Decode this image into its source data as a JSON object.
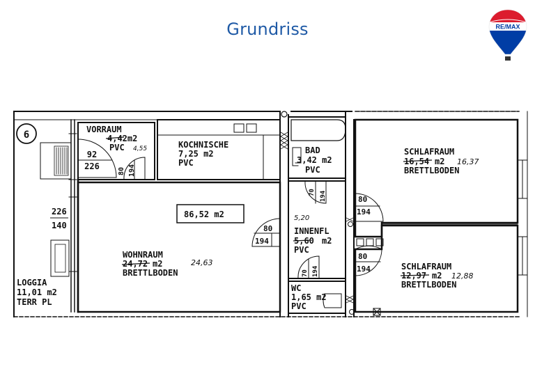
{
  "header": {
    "title": "Grundriss",
    "logo_text": "RE/MAX",
    "brand_colors": {
      "title": "#1f5aa6",
      "red": "#dc1c2e",
      "blue": "#003da5"
    }
  },
  "plan": {
    "unit_number": "6",
    "total_area": "86,52 m2",
    "rooms": {
      "vorraum": {
        "name": "VORRAUM",
        "area": "4,42m2",
        "area_corrected": "4,55",
        "floor": "PVC"
      },
      "kochnische": {
        "name": "KOCHNISCHE",
        "area": "7,25 m2",
        "floor": "PVC"
      },
      "bad": {
        "name": "BAD",
        "area": "3,42 m2",
        "floor": "PVC"
      },
      "schlafraum1": {
        "name": "SCHLAFRAUM",
        "area": "16,54",
        "area_unit": "m2",
        "area_corrected": "16,37",
        "floor": "BRETTLBODEN"
      },
      "wohnraum": {
        "name": "WOHNRAUM",
        "area": "24,72",
        "area_unit": "m2",
        "area_corrected": "24,63",
        "floor": "BRETTLBODEN"
      },
      "innenfl": {
        "name": "INNENFL",
        "area": "5,60",
        "area_unit": "m2",
        "area_corrected": "5,20",
        "floor": "PVC"
      },
      "wc": {
        "name": "WC",
        "area": "1,65 m2",
        "floor": "PVC"
      },
      "schlafraum2": {
        "name": "SCHLAFRAUM",
        "area": "12,97",
        "area_unit": "m2",
        "area_corrected": "12,88",
        "floor": "BRETTLBODEN"
      },
      "loggia": {
        "name": "LOGGIA",
        "area": "11,01 m2",
        "floor": "TERR PL"
      }
    },
    "doors": {
      "entry": {
        "width": "92",
        "height": "226"
      },
      "vorraum_inner": {
        "width": "80",
        "height": "194"
      },
      "loggia_window": {
        "width": "226",
        "height": "140"
      },
      "wohnraum": {
        "width": "80",
        "height": "194"
      },
      "bad": {
        "width": "70",
        "height": "194"
      },
      "schlafraum1": {
        "width": "80",
        "height": "194"
      },
      "schlafraum2": {
        "width": "80",
        "height": "194"
      },
      "wc": {
        "width": "70",
        "height": "194"
      }
    }
  }
}
